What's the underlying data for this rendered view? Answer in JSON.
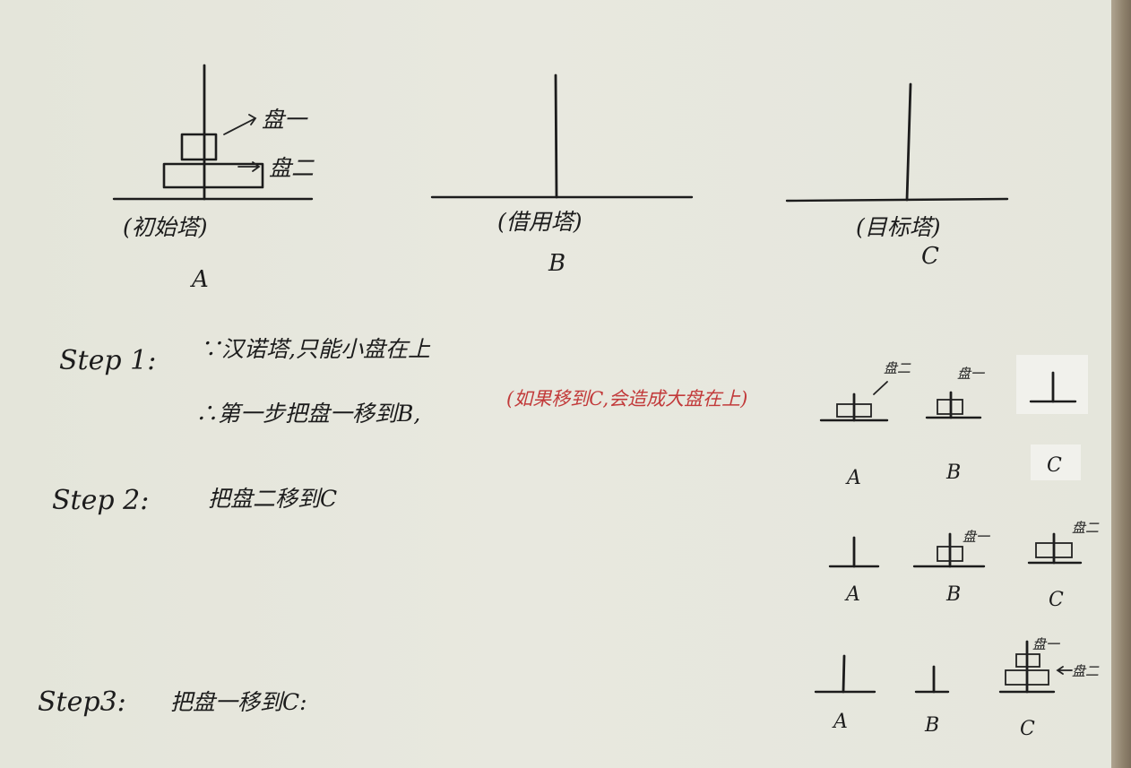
{
  "towers": {
    "a": {
      "label": "(初始塔)",
      "letter": "A",
      "disk_small": "盘一",
      "disk_large": "盘二"
    },
    "b": {
      "label": "(借用塔)",
      "letter": "B"
    },
    "c": {
      "label": "(目标塔)",
      "letter": "C"
    }
  },
  "steps": {
    "step1": {
      "title": "Step 1:",
      "line1": "∵汉诺塔,只能小盘在上",
      "line2": "∴第一步把盘一移到B,",
      "note": "(如果移到C,会造成大盘在上)"
    },
    "step2": {
      "title": "Step 2:",
      "text": "把盘二移到C"
    },
    "step3": {
      "title": "Step3:",
      "text": "把盘一移到C:"
    }
  },
  "mini": {
    "row1": {
      "a": "A",
      "b": "B",
      "c": "C",
      "disk_a": "盘二",
      "disk_b": "盘一"
    },
    "row2": {
      "a": "A",
      "b": "B",
      "c": "C",
      "disk_b": "盘一",
      "disk_c": "盘二"
    },
    "row3": {
      "a": "A",
      "b": "B",
      "c": "C",
      "disk_top": "盘一",
      "disk_bottom": "盘二"
    }
  }
}
